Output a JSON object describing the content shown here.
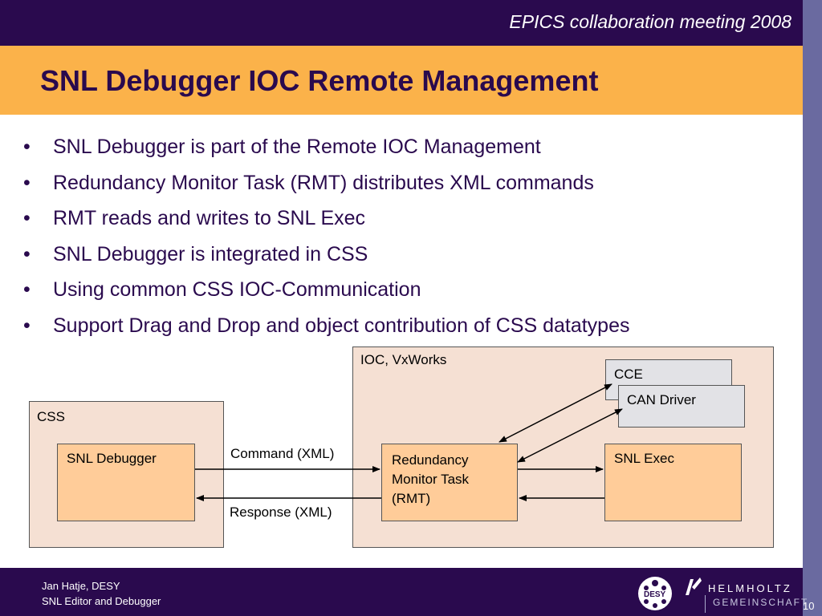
{
  "header": {
    "conference": "EPICS collaboration meeting 2008",
    "title": "SNL Debugger IOC Remote Management"
  },
  "bullets": [
    "SNL Debugger is part of the Remote IOC Management",
    "Redundancy Monitor Task (RMT) distributes XML commands",
    "RMT reads and writes to SNL Exec",
    "SNL Debugger is integrated in CSS",
    "Using common CSS IOC-Communication",
    "Support Drag and Drop and object contribution of CSS datatypes"
  ],
  "diagram": {
    "css_label": "CSS",
    "ioc_label": "IOC, VxWorks",
    "snl_debugger": "SNL Debugger",
    "rmt_line1": "Redundancy",
    "rmt_line2": "Monitor Task",
    "rmt_line3": "(RMT)",
    "snl_exec": "SNL Exec",
    "cce": "CCE",
    "can_driver": "CAN Driver",
    "command_label": "Command (XML)",
    "response_label": "Response (XML)"
  },
  "footer": {
    "author": "Jan Hatje, DESY",
    "topic": "SNL Editor and Debugger",
    "page": "10",
    "desy_logo_text": "DESY",
    "helmholtz_line1": "HELMHOLTZ",
    "helmholtz_line2": "GEMEINSCHAFT"
  },
  "colors": {
    "dark_purple": "#2a0a4e",
    "orange": "#fbb24a",
    "peach": "#ffcc99",
    "light_peach": "#f5e0d3"
  }
}
